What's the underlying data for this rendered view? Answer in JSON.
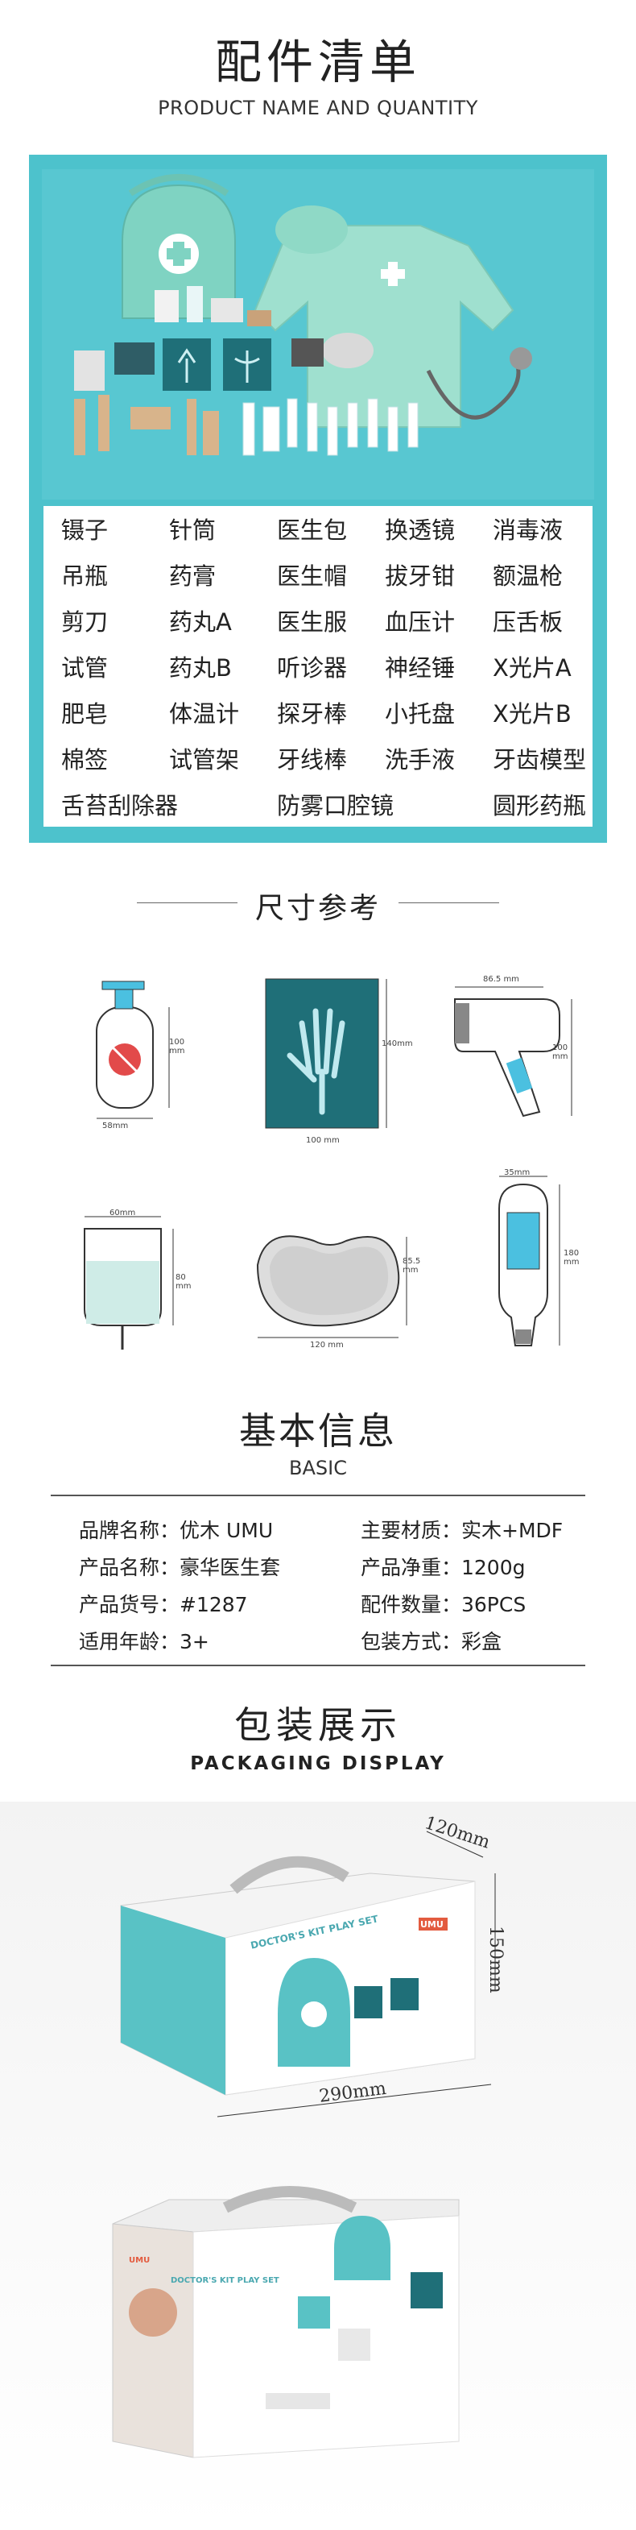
{
  "header": {
    "title_cn": "配件清单",
    "title_en": "PRODUCT NAME AND QUANTITY"
  },
  "items": [
    [
      "镊子",
      "针筒",
      "医生包",
      "换透镜",
      "消毒液"
    ],
    [
      "吊瓶",
      "药膏",
      "医生帽",
      "拔牙钳",
      "额温枪"
    ],
    [
      "剪刀",
      "药丸A",
      "医生服",
      "血压计",
      "压舌板"
    ],
    [
      "试管",
      "药丸B",
      "听诊器",
      "神经锤",
      "X光片A"
    ],
    [
      "肥皂",
      "体温计",
      "探牙棒",
      "小托盘",
      "X光片B"
    ],
    [
      "棉签",
      "试管架",
      "牙线棒",
      "洗手液",
      "牙齿模型"
    ],
    [
      "舌苔刮除器",
      "防雾口腔镜",
      "圆形药瓶"
    ]
  ],
  "size_section": {
    "title": "尺寸参考",
    "dims": {
      "soap_h": "100\nmm",
      "soap_w": "58mm",
      "xray_h": "140mm",
      "xray_w": "100 mm",
      "thermo_w": "86.5 mm",
      "thermo_h": "100\nmm",
      "bag_w": "60mm",
      "bag_h": "80\nmm",
      "tray_w": "120 mm",
      "tray_h": "85.5\nmm",
      "therm2_w": "35mm",
      "therm2_h": "180\nmm"
    }
  },
  "basic": {
    "title_cn": "基本信息",
    "title_en": "BASIC",
    "rows": [
      [
        "品牌名称：优木 UMU",
        "主要材质：实木+MDF"
      ],
      [
        "产品名称：豪华医生套",
        "产品净重：1200g"
      ],
      [
        "产品货号：#1287",
        "配件数量：36PCS"
      ],
      [
        "适用年龄：3+",
        "包装方式：彩盒"
      ]
    ]
  },
  "packaging": {
    "title_cn": "包装展示",
    "title_en": "PACKAGING DISPLAY",
    "dim_depth": "120mm",
    "dim_height": "150mm",
    "dim_width": "290mm",
    "box_brand": "UMU",
    "box_title": "DOCTOR'S KIT PLAY SET"
  },
  "colors": {
    "teal": "#4dc2cc",
    "mint": "#7fd3c2",
    "dark_teal": "#1f6f78"
  }
}
